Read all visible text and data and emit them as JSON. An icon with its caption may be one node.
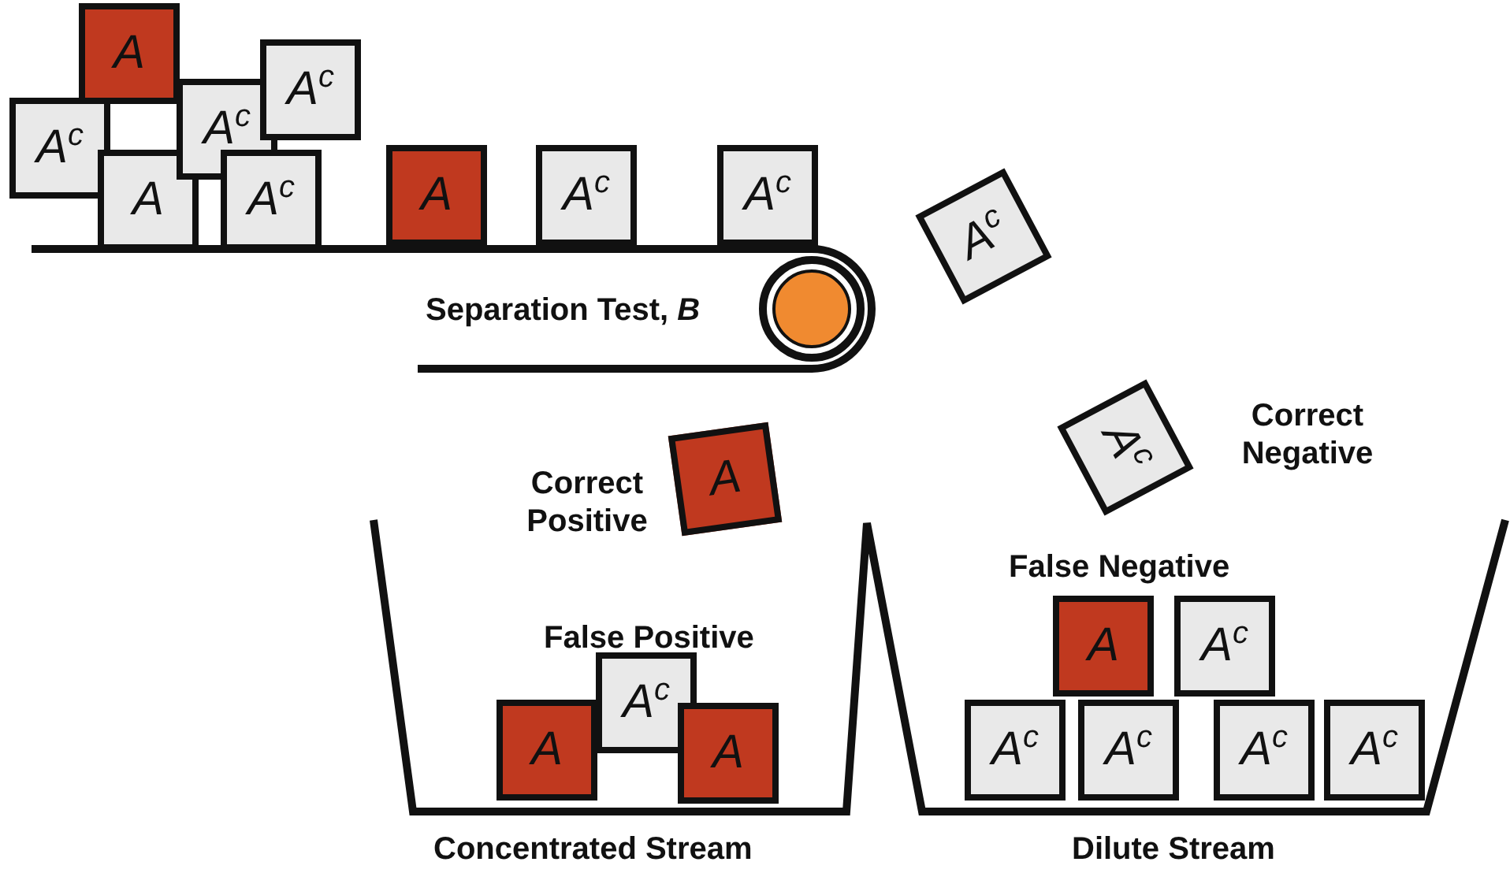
{
  "diagram": {
    "nodes": [
      {
        "text": [
          "A"
        ]
      },
      {
        "text": [
          "A$^{c}$"
        ]
      },
      {
        "text": [
          "A"
        ]
      },
      {
        "text": [
          "A$^{c}$"
        ]
      },
      {
        "text": [
          "A$^{c}$"
        ]
      },
      {
        "text": [
          "A$^{c}$"
        ]
      },
      {
        "text": [
          "A"
        ]
      },
      {
        "text": [
          "A$^{c}$"
        ]
      },
      {
        "text": [
          "A$^{c}$"
        ]
      },
      {
        "text": [
          "A$^{c}$"
        ]
      },
      {
        "text": [
          "A"
        ]
      },
      {
        "text": [
          "A$^{c}$"
        ]
      },
      {
        "text": [
          "A"
        ]
      },
      {
        "text": [
          "A$^{c}$"
        ]
      },
      {
        "text": [
          "A"
        ]
      },
      {
        "text": [
          "A"
        ]
      },
      {
        "text": [
          "A$^{c}$"
        ]
      },
      {
        "text": [
          "A$^{c}$"
        ]
      },
      {
        "text": [
          "A$^{c}$"
        ]
      },
      {
        "text": [
          "A$^{c}$"
        ]
      },
      {
        "text": [
          "A$^{c}$"
        ]
      }
    ],
    "labels": [
      "Separation Test, *B*",
      "Correct Negative",
      "Correct Positive",
      "False Negative",
      "False Positive",
      "Concentrated Stream",
      "Dilute Stream"
    ]
  }
}
